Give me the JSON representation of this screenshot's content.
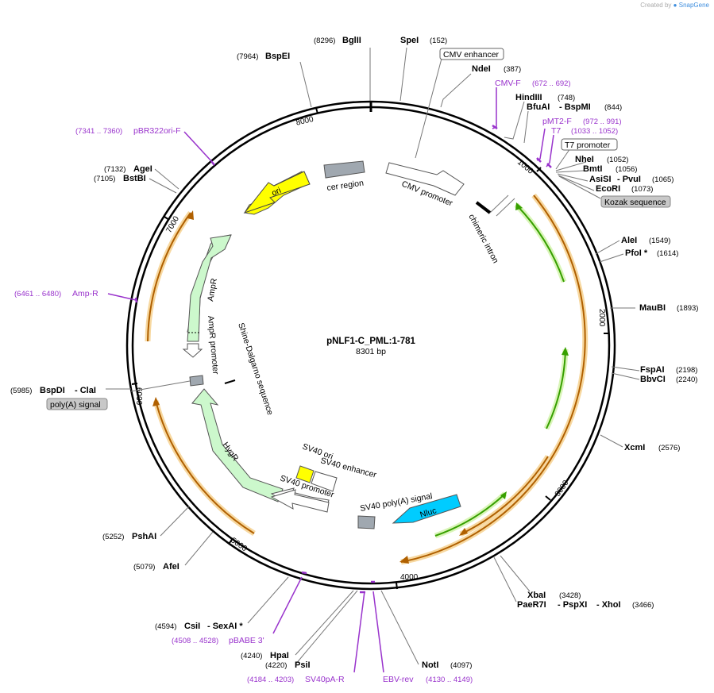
{
  "credit": {
    "prefix": "Created by",
    "brand": "SnapGene"
  },
  "plasmid": {
    "name": "pNLF1-C_PML:1-781",
    "size": "8301 bp"
  },
  "colors": {
    "ori": "#ffff00",
    "resistance": "#ccf8cc",
    "nluc": "#00ccff",
    "orf": "#e8a032",
    "orfHalo": "#f7d8a0",
    "green": "#37a000",
    "greenHalo": "#d9f5b8",
    "gray": "#a0a8b0",
    "primer": "#9933cc"
  },
  "ticks": [
    "1000",
    "2000",
    "3000",
    "4000",
    "5000",
    "6000",
    "7000",
    "8000"
  ],
  "sites": [
    {
      "name": "BglII",
      "pos": "(8296)"
    },
    {
      "name": "SpeI",
      "pos": "(152)"
    },
    {
      "name": "NdeI",
      "pos": "(387)"
    },
    {
      "name": "HindIII",
      "pos": "(748)"
    },
    {
      "name": "BfuAI",
      "name2": "- BspMI",
      "pos": "(844)"
    },
    {
      "name": "NheI",
      "pos": "(1052)"
    },
    {
      "name": "BmtI",
      "pos": "(1056)"
    },
    {
      "name": "AsiSI",
      "name2": "- PvuI",
      "pos": "(1065)"
    },
    {
      "name": "EcoRI",
      "pos": "(1073)"
    },
    {
      "name": "AleI",
      "pos": "(1549)"
    },
    {
      "name": "PfoI *",
      "pos": "(1614)"
    },
    {
      "name": "MauBI",
      "pos": "(1893)"
    },
    {
      "name": "FspAI",
      "pos": "(2198)"
    },
    {
      "name": "BbvCI",
      "pos": "(2240)"
    },
    {
      "name": "XcmI",
      "pos": "(2576)"
    },
    {
      "name": "XbaI",
      "pos": "(3428)"
    },
    {
      "name": "PaeR7I",
      "name2": "- PspXI",
      "name3": "- XhoI",
      "pos": "(3466)"
    },
    {
      "name": "NotI",
      "pos": "(4097)"
    },
    {
      "name": "PsiI",
      "pos": "(4220)"
    },
    {
      "name": "HpaI",
      "pos": "(4240)"
    },
    {
      "name": "CsiI",
      "name2": "- SexAI *",
      "pos": "(4594)"
    },
    {
      "name": "AfeI",
      "pos": "(5079)"
    },
    {
      "name": "PshAI",
      "pos": "(5252)"
    },
    {
      "name": "BspDI",
      "name2": "- ClaI",
      "pos": "(5985)"
    },
    {
      "name": "BstBI",
      "pos": "(7105)"
    },
    {
      "name": "AgeI",
      "pos": "(7132)"
    },
    {
      "name": "BspEI",
      "pos": "(7964)"
    }
  ],
  "primers": [
    {
      "name": "CMV-F",
      "pos": "(672 .. 692)"
    },
    {
      "name": "pMT2-F",
      "pos": "(972 .. 991)"
    },
    {
      "name": "T7",
      "pos": "(1033 .. 1052)"
    },
    {
      "name": "pBABE 3'",
      "pos": "(4508 .. 4528)"
    },
    {
      "name": "SV40pA-R",
      "pos": "(4184 .. 4203)"
    },
    {
      "name": "EBV-rev",
      "pos": "(4130 .. 4149)"
    },
    {
      "name": "Amp-R",
      "pos": "(6461 .. 6480)"
    },
    {
      "name": "pBR322ori-F",
      "pos": "(7341 .. 7360)"
    }
  ],
  "boxedLabels": {
    "cmvEnhancer": "CMV enhancer",
    "t7Promoter": "T7 promoter",
    "kozak": "Kozak sequence",
    "polyA": "poly(A) signal"
  },
  "features": {
    "ori": "ori",
    "cer": "cer region",
    "cmvPromoter": "CMV promoter",
    "chimericIntron": "chimeric intron",
    "ampR": "AmpR",
    "ampRPromoter": "AmpR promoter",
    "shineDalgarno": "Shine-Dalgarno sequence",
    "hygR": "HygR",
    "sv40Ori": "SV40 ori",
    "sv40Enhancer": "SV40 enhancer",
    "sv40Promoter": "SV40 promoter",
    "sv40PolyA": "SV40 poly(A) signal",
    "nluc": "Nluc"
  }
}
